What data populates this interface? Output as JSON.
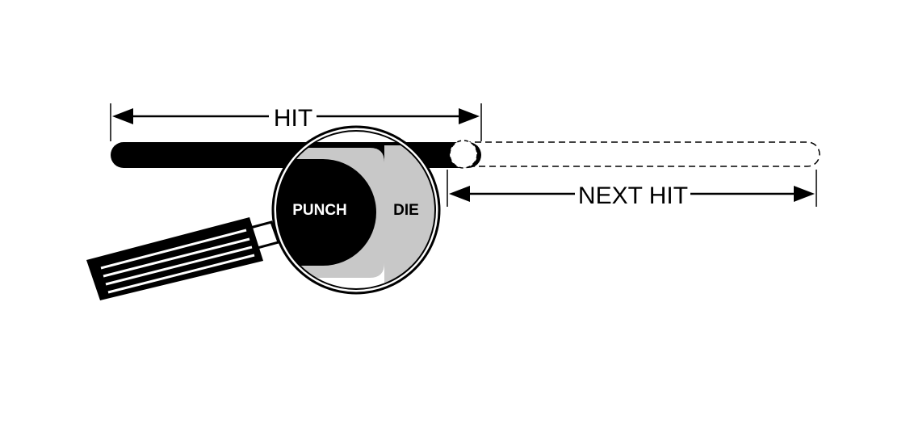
{
  "labels": {
    "hit": "HIT",
    "next_hit": "NEXT HIT",
    "punch": "PUNCH",
    "die": "DIE"
  },
  "colors": {
    "ink": "#000000",
    "paper": "#ffffff",
    "die_fill": "#c8c8c8"
  }
}
